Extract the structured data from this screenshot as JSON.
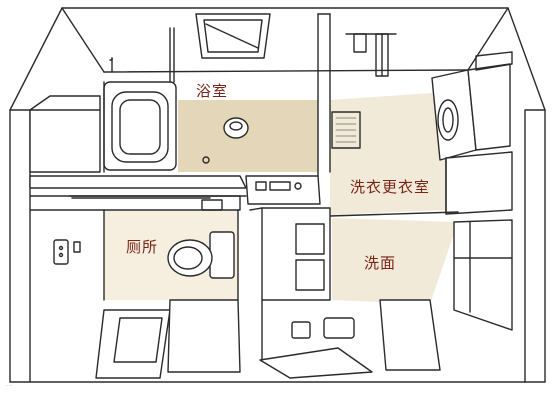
{
  "labels": {
    "bathroom": "浴室",
    "laundry_dressing": "洗衣更衣室",
    "toilet": "厕所",
    "washbasin": "洗面"
  },
  "watermark": "...",
  "colors": {
    "background": "#ffffff",
    "line": "#2b2b2b",
    "floor_bath": "#e4d6b9",
    "floor_wash": "#f2ead9",
    "floor_toilet": "#f6efdf",
    "label": "#7a2418"
  }
}
